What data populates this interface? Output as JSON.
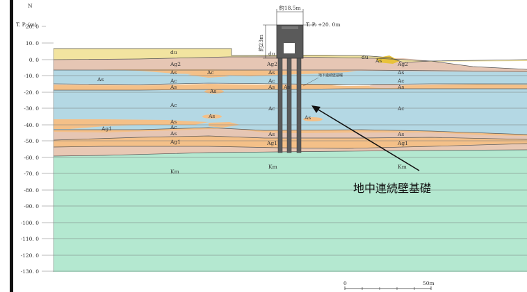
{
  "axis": {
    "north_mark": "N",
    "unit_label": "T. P. (m)",
    "ticks": [
      "20. 0",
      "10. 0",
      "0. 0",
      "-10. 0",
      "-20. 0",
      "-30. 0",
      "-40. 0",
      "-50. 0",
      "-60. 0",
      "-70. 0",
      "-80. 0",
      "-90. 0",
      "-100. 0",
      "-110. 0",
      "-120. 0",
      "-130. 0"
    ]
  },
  "dimensions": {
    "width_label": "約18.5m",
    "height_label": "約23m",
    "top_elevation_label": "T. P. +20. 0m"
  },
  "strata_labels": {
    "du_left": "du",
    "du_center": "du",
    "du_right": "du",
    "ag2_left": "Ag2",
    "ag2_center": "Ag2",
    "ag2_right": "Ag2",
    "as_right_small": "As",
    "as_left_1": "As",
    "ac_left_1": "Ac",
    "as_far_left": "As",
    "as_c1": "As",
    "ac_c1": "Ac",
    "as_c2": "As",
    "as_lens_1": "As",
    "ac_left_main": "Ac",
    "ac_center_main": "Ac",
    "ac_right_main": "Ac",
    "as_lens_2": "As",
    "as_lens_3": "As",
    "as_left_3": "As",
    "ac_left_3": "Ac",
    "as_left_4": "As",
    "ag1_left_top": "Ag1",
    "as_c4": "As",
    "as_r4": "As",
    "ag1_left": "Ag1",
    "ag1_center": "Ag1",
    "ag1_right": "Ag1",
    "as_r1": "As",
    "ac_r1": "Ac",
    "as_r2": "As",
    "km_left": "Km",
    "km_center": "Km",
    "km_right": "Km",
    "small_note": "地下連続壁基礎"
  },
  "callout": {
    "text": "地中連続壁基礎"
  },
  "scale_bar": {
    "zero": "0",
    "end": "50m"
  },
  "colors": {
    "du": "#f2e4a0",
    "ag2": "#e6c6b4",
    "as": "#f4c088",
    "ac": "#b4d8e4",
    "ag1": "#e8c8b4",
    "km": "#b4e8d0",
    "structure": "#5a5a5a"
  }
}
